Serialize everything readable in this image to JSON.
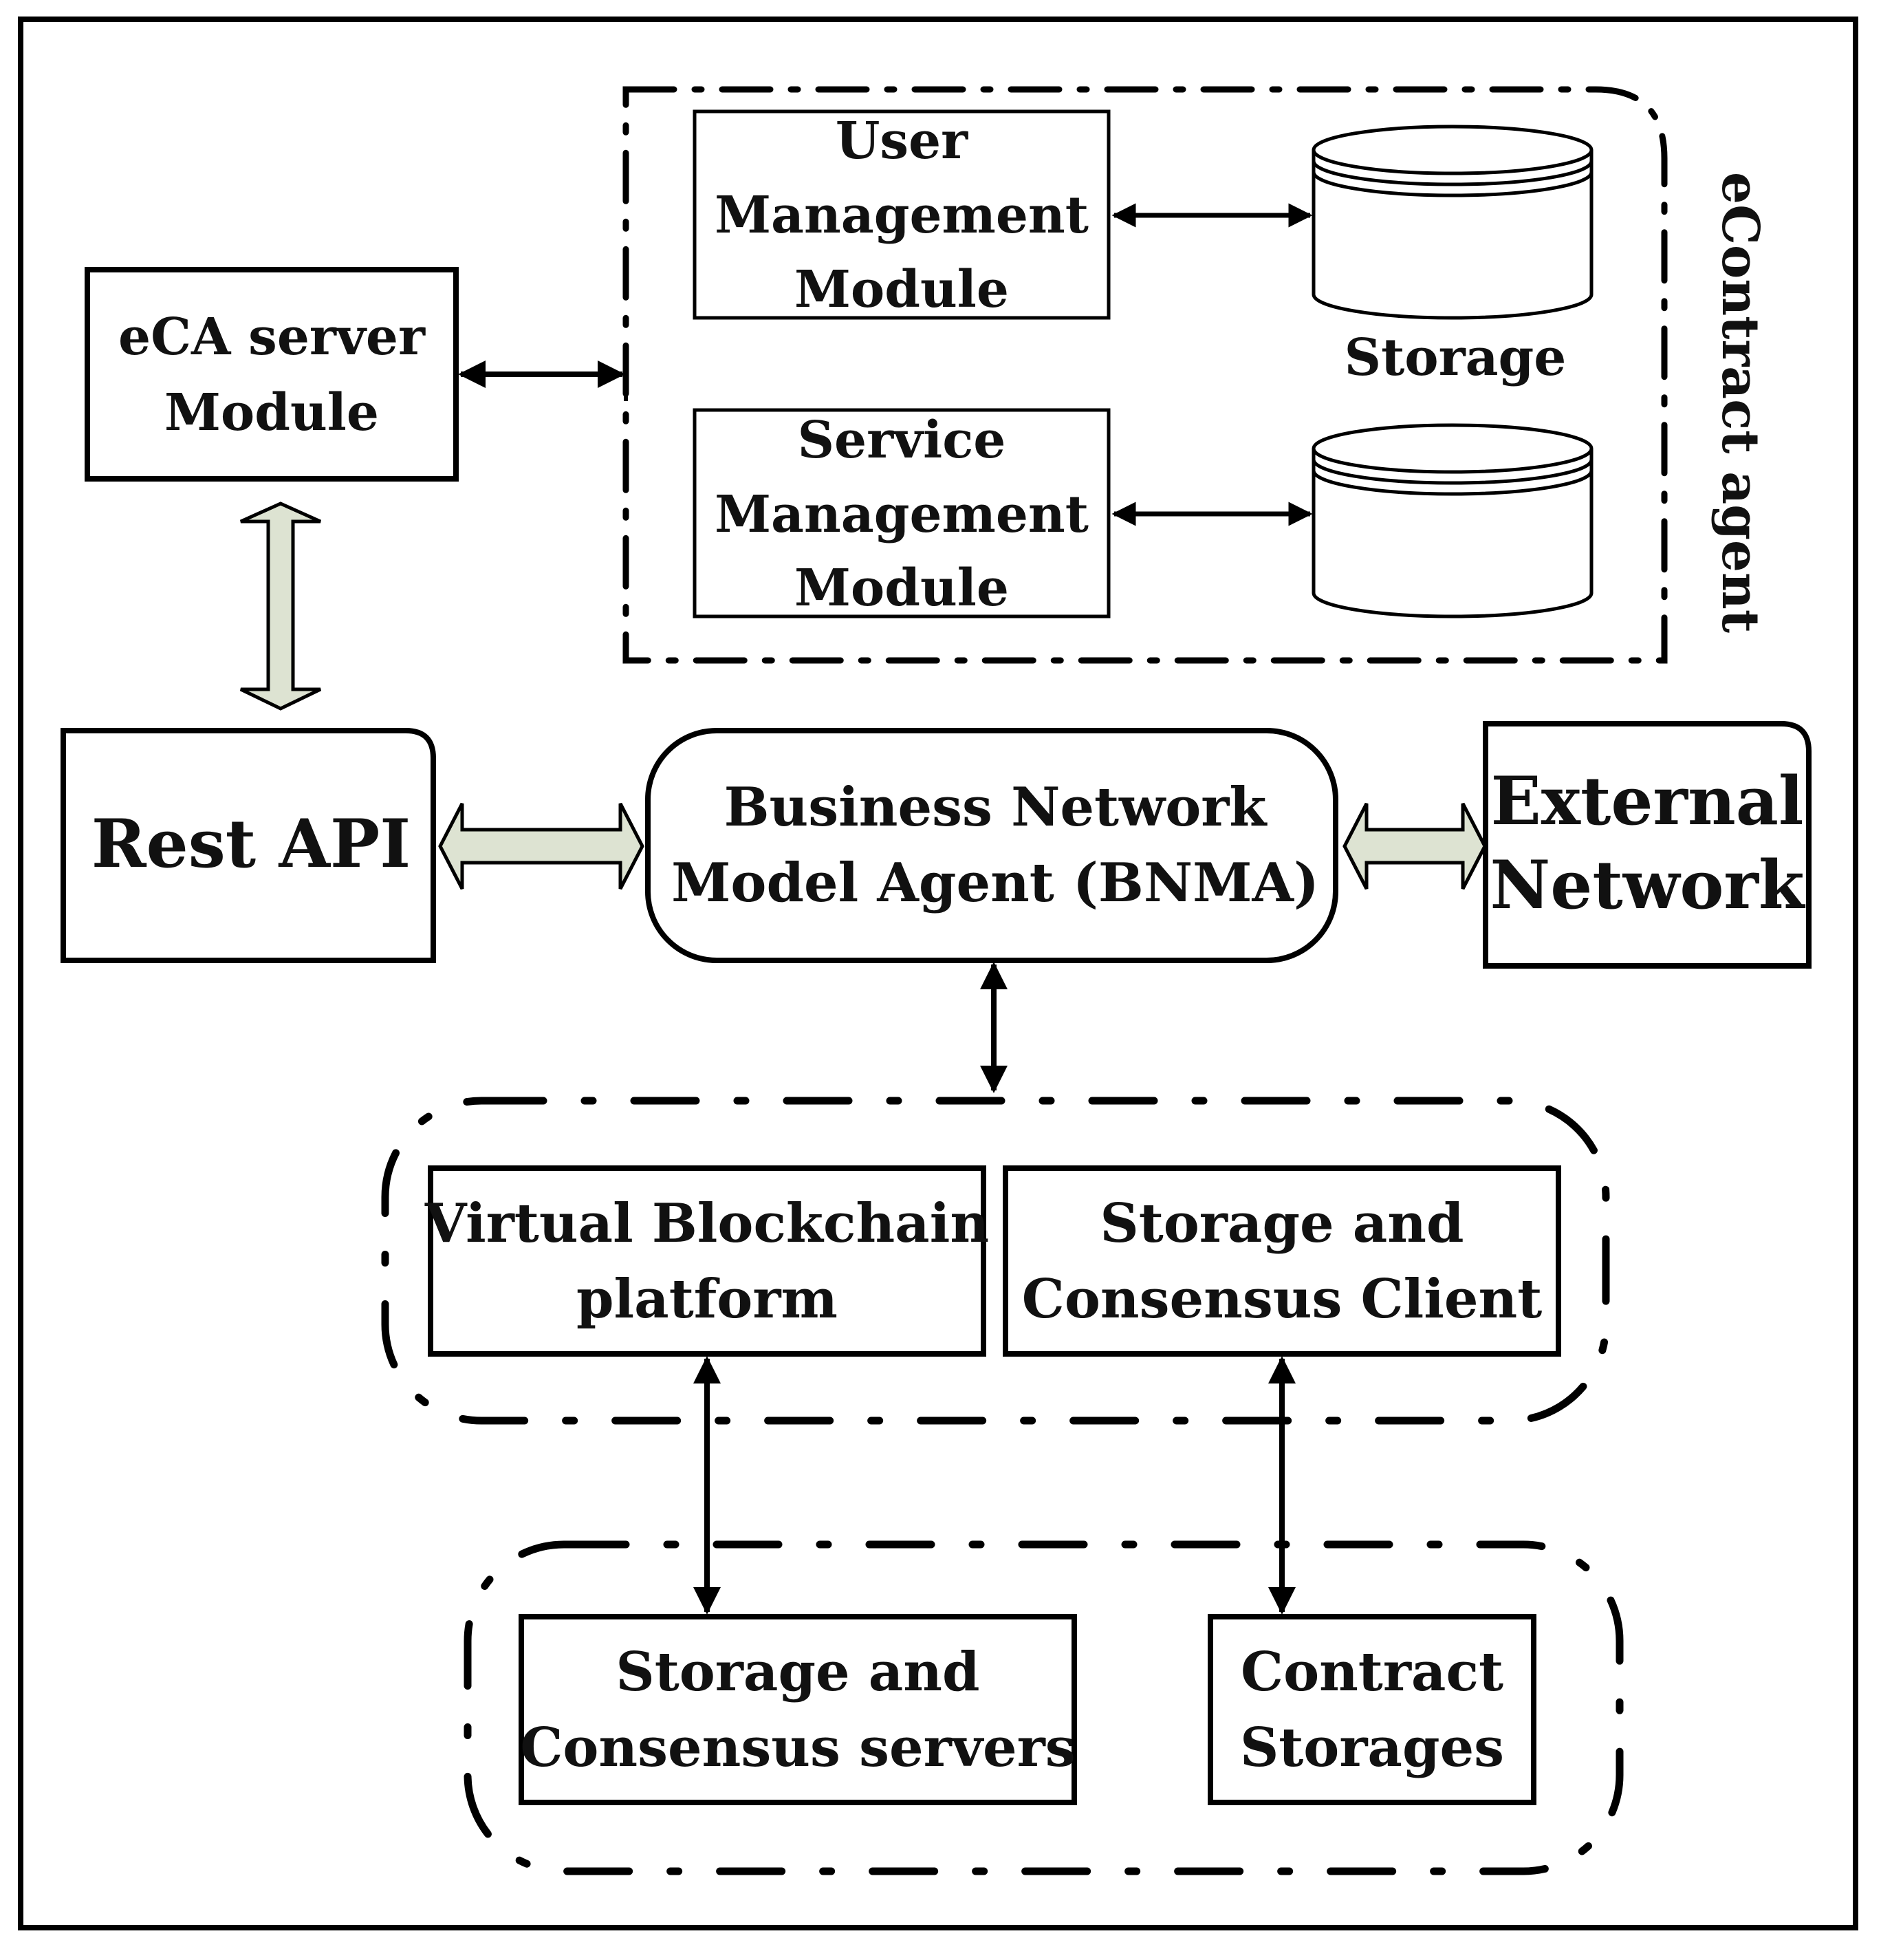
{
  "diagram": {
    "ecA_server": {
      "line1": "eCA server",
      "line2": "Module"
    },
    "user_mgmt": {
      "line1": "User",
      "line2": "Management",
      "line3": "Module"
    },
    "service_mgmt": {
      "line1": "Service",
      "line2": "Management",
      "line3": "Module"
    },
    "storage_label": "Storage",
    "econtract_agent_label": "eContract agent",
    "rest_api": "Rest API",
    "bnma": {
      "line1": "Business Network",
      "line2": "Model Agent (BNMA)"
    },
    "external_network": {
      "line1": "External",
      "line2": "Network"
    },
    "virtual_blockchain": {
      "line1": "Virtual Blockchain",
      "line2": "platform"
    },
    "storage_consensus_client": {
      "line1": "Storage and",
      "line2": "Consensus Client"
    },
    "storage_consensus_servers": {
      "line1": "Storage and",
      "line2": "Consensus servers"
    },
    "contract_storages": {
      "line1": "Contract",
      "line2": "Storages"
    }
  },
  "colors": {
    "stroke": "#000000",
    "hollow_arrow_fill": "#dde3d2"
  }
}
